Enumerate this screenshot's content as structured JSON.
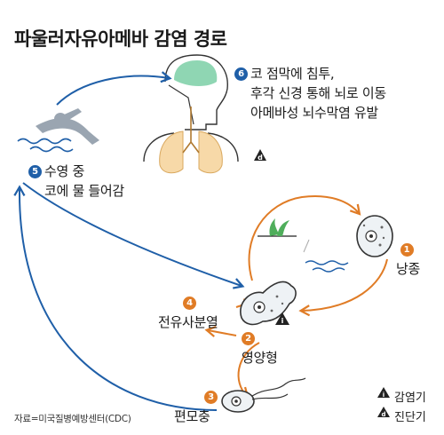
{
  "title": "파울러자유아메바 감염 경로",
  "steps": {
    "step6": {
      "num": "6",
      "line1": "코 점막에 침투,",
      "line2": "후각 신경 통해 뇌로 이동",
      "line3": "아메바성 뇌수막염 유발"
    },
    "step5": {
      "num": "5",
      "line1": "수영 중",
      "line2": "코에 물 들어감"
    },
    "step1": {
      "num": "1",
      "label": "낭종"
    },
    "step2": {
      "num": "2",
      "label": "영양형"
    },
    "step3": {
      "num": "3",
      "label": "편모충"
    },
    "step4": {
      "num": "4",
      "label": "전유사분열"
    }
  },
  "legend": {
    "infection": "감염기",
    "diagnosis": "진단기"
  },
  "source": "자료=미국질병예방센터(CDC)",
  "colors": {
    "blue": "#1f5fa8",
    "orange": "#e07c26",
    "lung": "#f7d9a8",
    "brain": "#8fd6b3",
    "grey": "#9aa5b1"
  }
}
